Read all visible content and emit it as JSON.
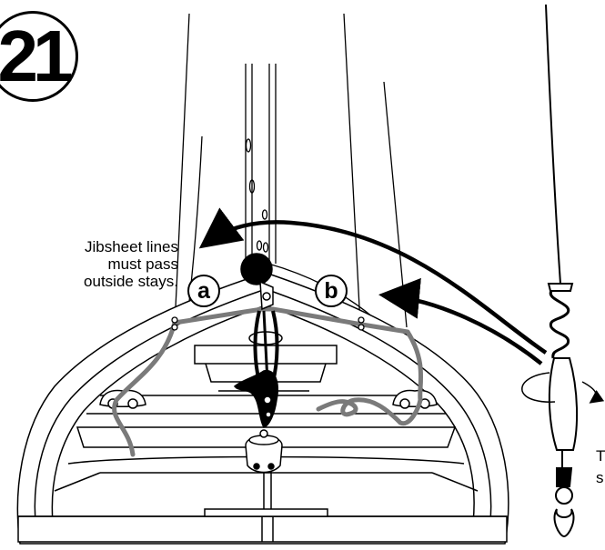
{
  "step_number": "21",
  "note_lines": [
    "Jibsheet lines",
    "must pass",
    "outside stays."
  ],
  "callouts": {
    "left": "a",
    "right": "b"
  },
  "cut_off_text": {
    "line1": "T",
    "line2": "s"
  },
  "colors": {
    "ink": "#000000",
    "line_gray": "#7a7a7a",
    "background": "#ffffff"
  }
}
